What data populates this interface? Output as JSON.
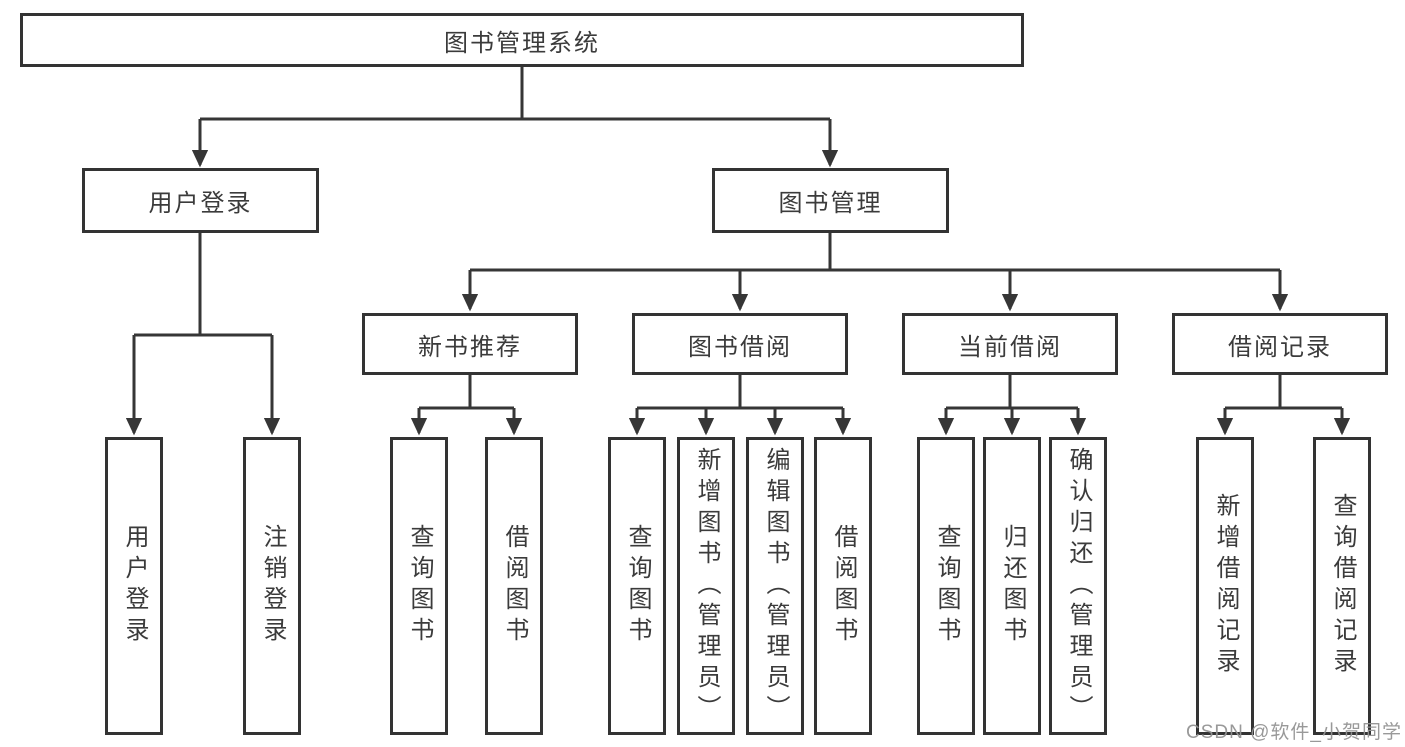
{
  "tree": {
    "label": "图书管理系统",
    "children": [
      {
        "label": "用户登录",
        "children": [
          {
            "label": "用户登录"
          },
          {
            "label": "注销登录"
          }
        ]
      },
      {
        "label": "图书管理",
        "children": [
          {
            "label": "新书推荐",
            "children": [
              {
                "label": "查询图书"
              },
              {
                "label": "借阅图书"
              }
            ]
          },
          {
            "label": "图书借阅",
            "children": [
              {
                "label": "查询图书"
              },
              {
                "label": "新增图书（管理员）"
              },
              {
                "label": "编辑图书（管理员）"
              },
              {
                "label": "借阅图书"
              }
            ]
          },
          {
            "label": "当前借阅",
            "children": [
              {
                "label": "查询图书"
              },
              {
                "label": "归还图书"
              },
              {
                "label": "确认归还（管理员）"
              }
            ]
          },
          {
            "label": "借阅记录",
            "children": [
              {
                "label": "新增借阅记录"
              },
              {
                "label": "查询借阅记录"
              }
            ]
          }
        ]
      }
    ]
  },
  "watermark": {
    "text": "CSDN @软件_小贺同学"
  },
  "colors": {
    "line": "#363636",
    "border": "#333333",
    "text": "#3b3b3b",
    "background": "#ffffff",
    "watermark": "#949494"
  }
}
